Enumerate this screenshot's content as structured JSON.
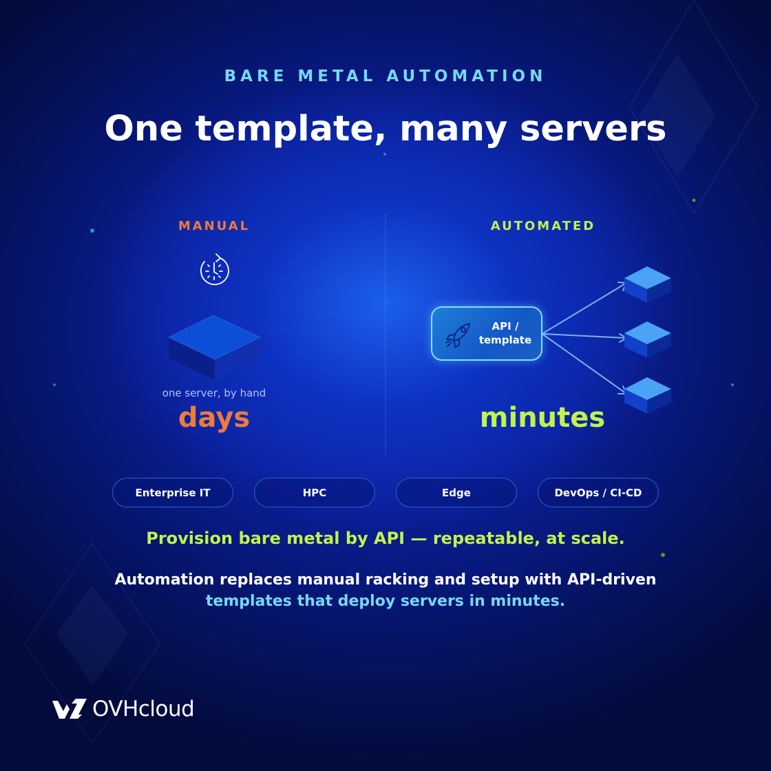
{
  "eyebrow": "BARE METAL AUTOMATION",
  "headline": "One template, many servers",
  "manual": {
    "label": "MANUAL",
    "caption": "one server, by hand",
    "duration": "days",
    "icon": "stopwatch-icon"
  },
  "automated": {
    "label": "AUTOMATED",
    "api_line1": "API /",
    "api_line2": "template",
    "duration": "minutes",
    "icon": "rocket-icon"
  },
  "pills": [
    "Enterprise IT",
    "HPC",
    "Edge",
    "DevOps / CI-CD"
  ],
  "tagline": "Provision bare metal by API — repeatable, at scale.",
  "body_line1": "Automation replaces manual racking and setup with API-driven",
  "body_line2": "templates that deploy servers in minutes.",
  "brand": "OVHcloud",
  "colors": {
    "eyebrow": "#76d8f9",
    "manual_accent": "#ee7a3c",
    "automated_accent": "#c2f24d",
    "body_highlight": "#76d8f9",
    "server_top": "#0c4fd6",
    "server_small_top": "#4aa3f5"
  }
}
